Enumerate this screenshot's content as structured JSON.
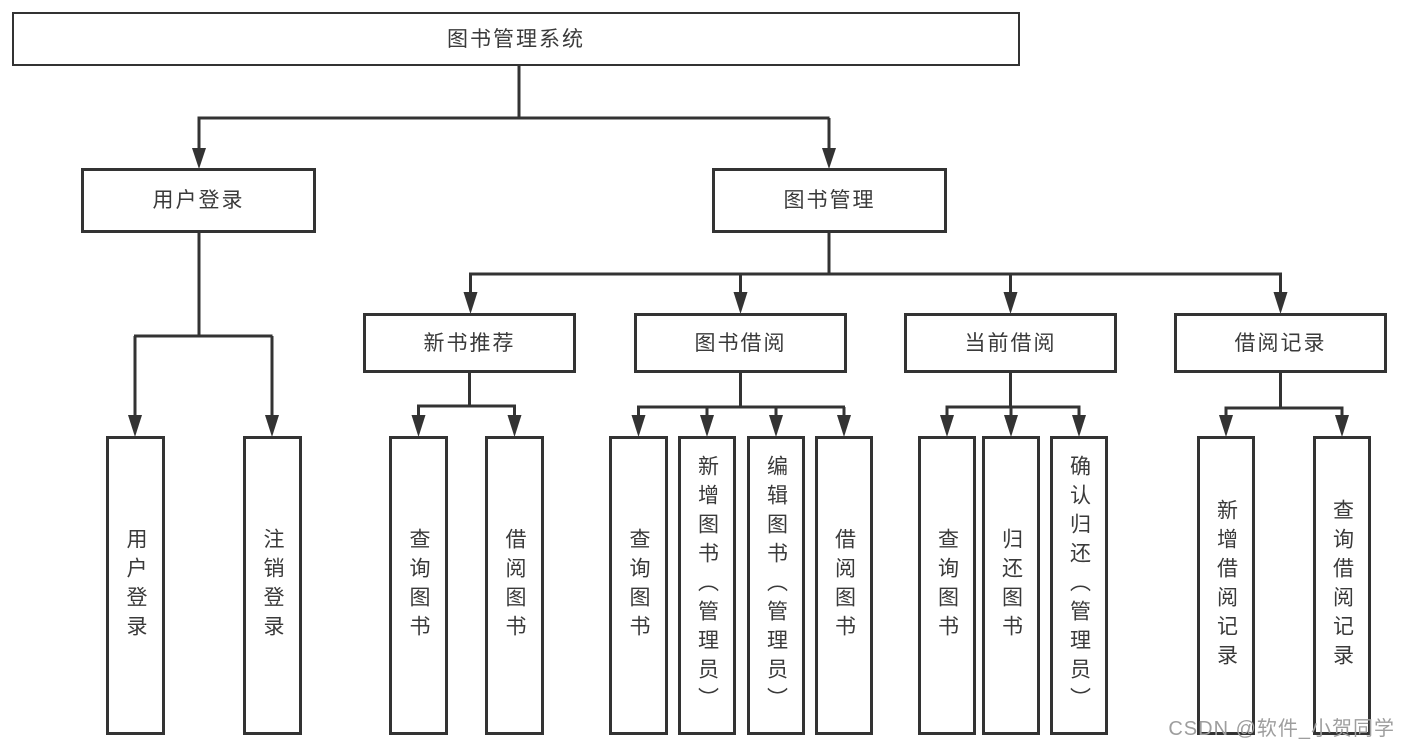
{
  "diagram": {
    "root": {
      "label": "图书管理系统"
    },
    "level2": [
      {
        "label": "用户登录"
      },
      {
        "label": "图书管理"
      }
    ],
    "level3": [
      {
        "label": "新书推荐"
      },
      {
        "label": "图书借阅"
      },
      {
        "label": "当前借阅"
      },
      {
        "label": "借阅记录"
      }
    ],
    "leaves": {
      "user_login": [
        {
          "label": "用户登录"
        },
        {
          "label": "注销登录"
        }
      ],
      "new_books": [
        {
          "label": "查询图书"
        },
        {
          "label": "借阅图书"
        }
      ],
      "book_borrow": [
        {
          "label": "查询图书"
        },
        {
          "label": "新增图书（管理员）"
        },
        {
          "label": "编辑图书（管理员）"
        },
        {
          "label": "借阅图书"
        }
      ],
      "current_borrow": [
        {
          "label": "查询图书"
        },
        {
          "label": "归还图书"
        },
        {
          "label": "确认归还（管理员）"
        }
      ],
      "borrow_records": [
        {
          "label": "新增借阅记录"
        },
        {
          "label": "查询借阅记录"
        }
      ]
    },
    "watermark": "CSDN @软件_小贺同学",
    "colors": {
      "line": "#333333",
      "text": "#3a3a3a",
      "watermark": "#9e9e9e",
      "background": "#ffffff"
    }
  }
}
